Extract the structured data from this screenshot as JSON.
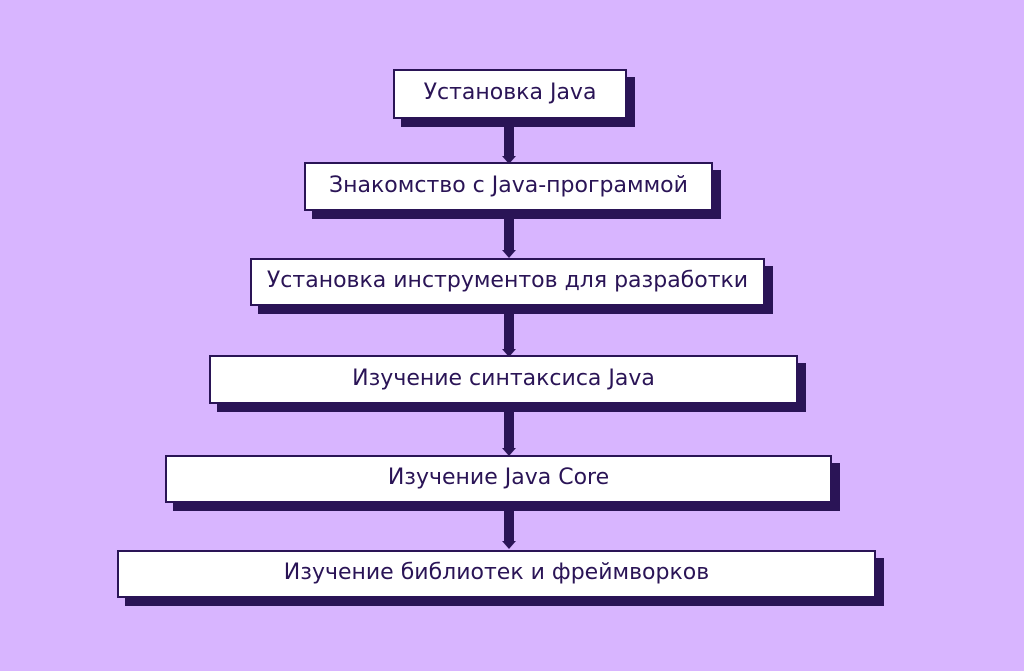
{
  "diagram": {
    "steps": [
      "Установка Java",
      "Знакомство с  Java-программой",
      "Установка инструментов для разработки",
      "Изучение синтаксиса Java",
      "Изучение Java Core",
      "Изучение библиотек  и фреймворков"
    ]
  },
  "colors": {
    "background": "#d8b5ff",
    "box_fill": "#ffffff",
    "ink": "#2a1456"
  }
}
